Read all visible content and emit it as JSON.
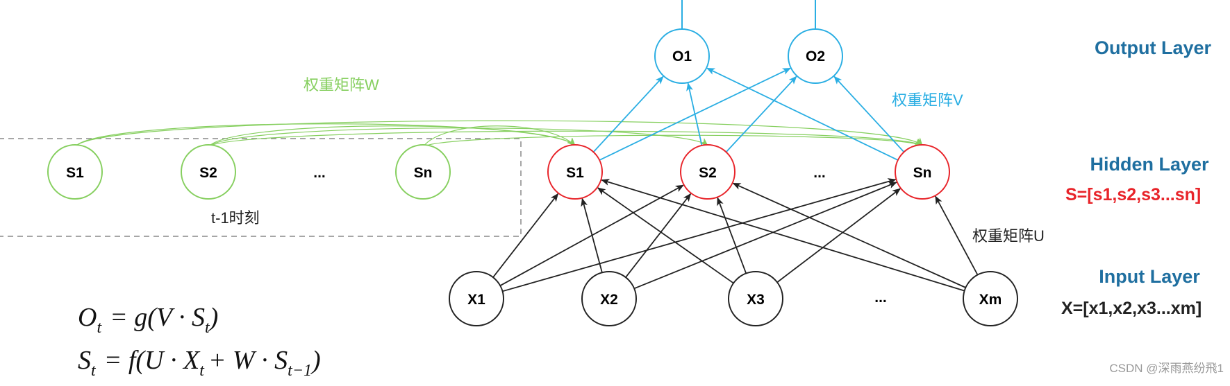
{
  "colors": {
    "green": "#86cf5f",
    "blue": "#2aaee3",
    "red": "#e8242a",
    "black": "#222222",
    "title_blue": "#1f6fa0",
    "watermark": "#999999"
  },
  "layers": {
    "output": "Output Layer",
    "hidden": "Hidden Layer",
    "hidden_vector": "S=[s1,s2,s3...sn]",
    "input": "Input Layer",
    "input_vector": "X=[x1,x2,x3...xm]"
  },
  "weights": {
    "w": "权重矩阵W",
    "v": "权重矩阵V",
    "u": "权重矩阵U"
  },
  "previous_time_label": "t-1时刻",
  "nodes": {
    "output": [
      "O1",
      "O2"
    ],
    "hidden": [
      "S1",
      "S2",
      "...",
      "Sn"
    ],
    "previous": [
      "S1",
      "S2",
      "...",
      "Sn"
    ],
    "input": [
      "X1",
      "X2",
      "X3",
      "...",
      "Xm"
    ]
  },
  "formulas": {
    "o": {
      "lhs": "O",
      "lhs_sub": "t",
      "eq": "= g(V · S",
      "var_sub": "t",
      "tail": ")"
    },
    "s": {
      "lhs": "S",
      "lhs_sub": "t",
      "eq": "= f(U · X",
      "x_sub": "t",
      "mid": "+ W · S",
      "s_sub": "t−1",
      "tail": ")"
    }
  },
  "watermark": "CSDN @深雨燕纷飛1"
}
